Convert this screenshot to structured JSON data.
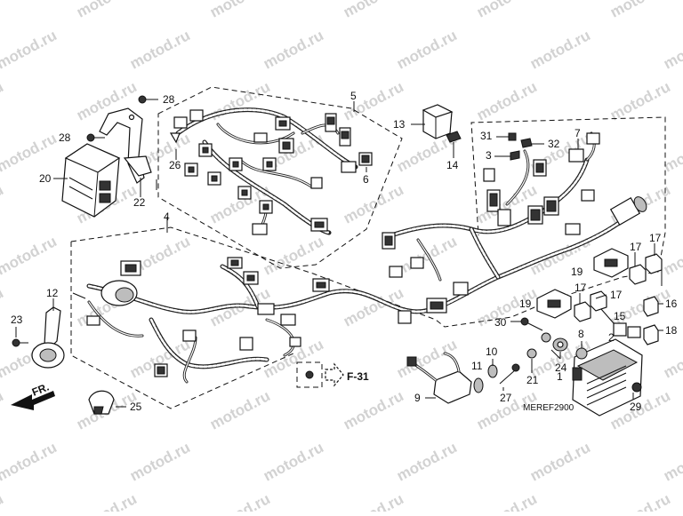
{
  "watermark": "motod.ru",
  "diagram_code": "MEREF2900",
  "reference_label": "F-31",
  "front_label": "FR.",
  "callouts": {
    "c1": "1",
    "c2": "2",
    "c3": "3",
    "c4": "4",
    "c5": "5",
    "c6": "6",
    "c7": "7",
    "c8": "8",
    "c9": "9",
    "c10": "10",
    "c11": "11",
    "c12": "12",
    "c13": "13",
    "c14": "14",
    "c15": "15",
    "c16": "16",
    "c17a": "17",
    "c17b": "17",
    "c17c": "17",
    "c17d": "17",
    "c18": "18",
    "c19a": "19",
    "c19b": "19",
    "c20": "20",
    "c21": "21",
    "c22": "22",
    "c23": "23",
    "c24": "24",
    "c25": "25",
    "c26": "26",
    "c27": "27",
    "c28a": "28",
    "c28b": "28",
    "c29": "29",
    "c30": "30",
    "c31": "31",
    "c32": "32"
  }
}
